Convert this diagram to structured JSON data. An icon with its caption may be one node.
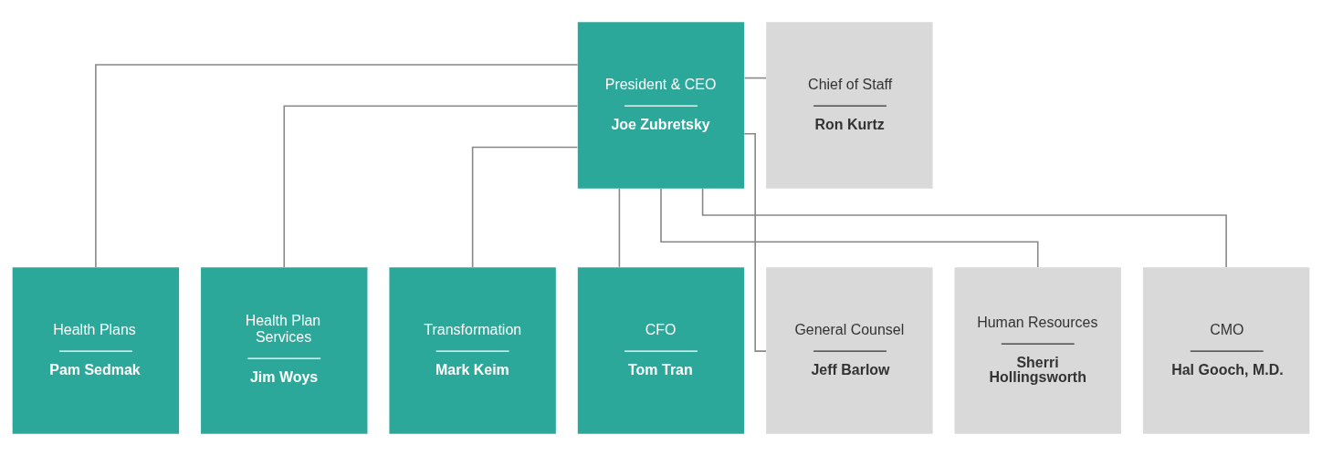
{
  "diagram": {
    "nodes": [
      {
        "text": [
          "President & CEO",
          "Joe Zubretsky"
        ]
      },
      {
        "text": [
          "Chief of Staff",
          "Ron Kurtz"
        ]
      },
      {
        "text": [
          "Health Plans",
          "Pam Sedmak"
        ]
      },
      {
        "text": [
          "Health Plan Services",
          "Jim Woys"
        ]
      },
      {
        "text": [
          "Transformation",
          "Mark Keim"
        ]
      },
      {
        "text": [
          "CFO",
          "Tom Tran"
        ]
      },
      {
        "text": [
          "General Counsel",
          "Jeff Barlow"
        ]
      },
      {
        "text": [
          "Human Resources",
          "Sherri Hollingsworth"
        ]
      },
      {
        "text": [
          "CMO",
          "Hal Gooch, M.D."
        ]
      }
    ],
    "edges": [
      {
        "from": 0,
        "to": 1,
        "arrow": "none"
      },
      {
        "from": 0,
        "to": 2,
        "arrow": "none"
      },
      {
        "from": 0,
        "to": 3,
        "arrow": "none"
      },
      {
        "from": 0,
        "to": 4,
        "arrow": "none"
      },
      {
        "from": 0,
        "to": 5,
        "arrow": "none"
      },
      {
        "from": 0,
        "to": 6,
        "arrow": "none"
      },
      {
        "from": 0,
        "to": 7,
        "arrow": "none"
      },
      {
        "from": 0,
        "to": 8,
        "arrow": "none"
      }
    ]
  }
}
